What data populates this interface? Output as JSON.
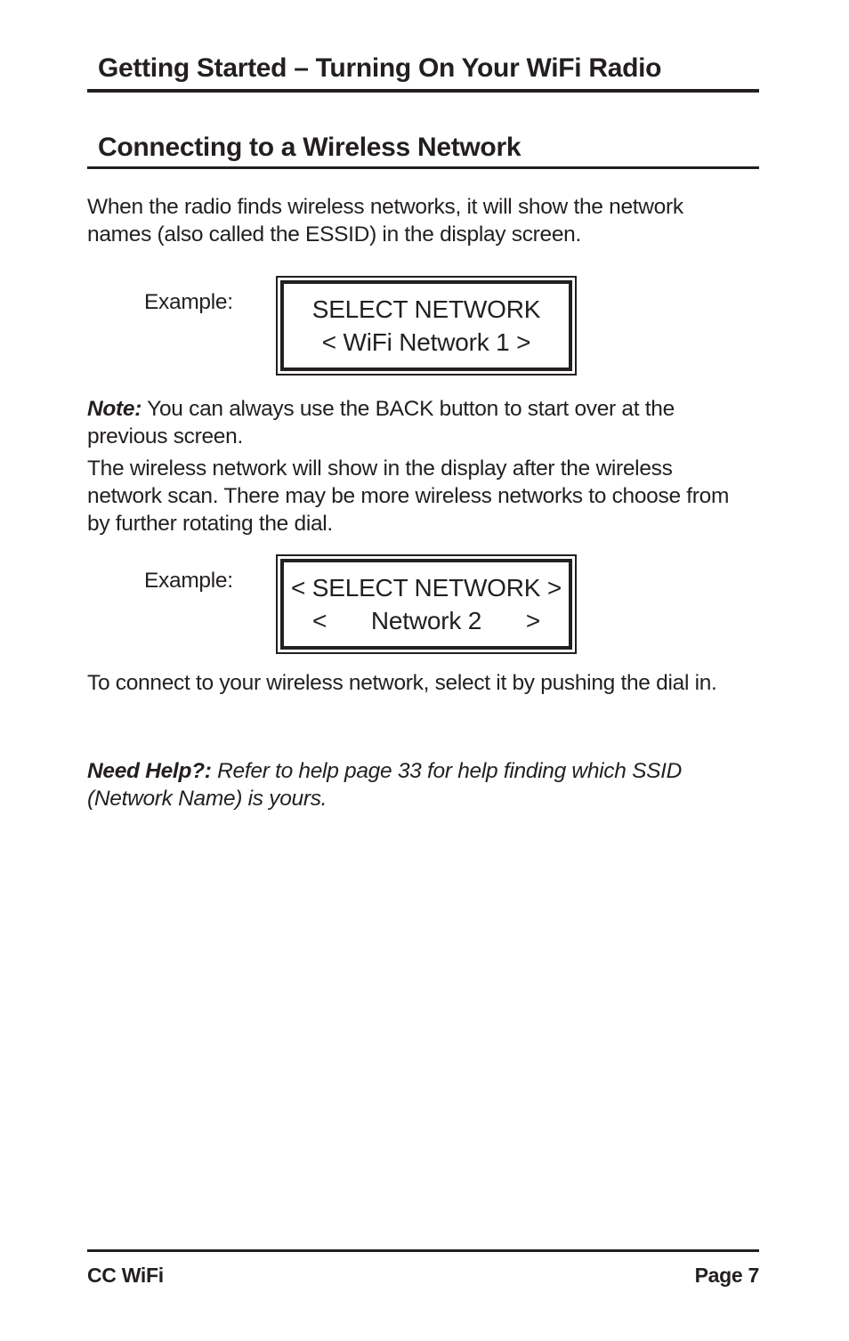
{
  "header": {
    "title": "Getting Started – Turning On Your WiFi Radio"
  },
  "section": {
    "title": "Connecting to a Wireless Network"
  },
  "paragraphs": {
    "intro_lines": [
      "When the radio finds wireless networks, it will show the network",
      "names (also called the ESSID) in the display screen."
    ],
    "note": {
      "label": "Note:",
      "line1_rest": " You can always use the BACK button to start over at the",
      "line2": "previous screen."
    },
    "scan_lines": [
      "The wireless network will show in the display after the wireless",
      "network scan. There may be more wireless networks to choose from",
      "by further rotating the dial."
    ],
    "connect": "To connect to your wireless network, select it by pushing the dial in.",
    "help": {
      "label": "Need Help?:",
      "line1_rest": " Refer to help page 33 for help finding which SSID",
      "line2": "(Network Name) is yours."
    }
  },
  "examples": [
    {
      "label": "Example:",
      "line1": "SELECT NETWORK",
      "line2": "< WiFi Network 1 >"
    },
    {
      "label": "Example:",
      "line1": "< SELECT NETWORK >",
      "line2_left": "<",
      "line2_center": "Network 2",
      "line2_right": ">"
    }
  ],
  "footer": {
    "left": "CC WiFi",
    "right": "Page 7"
  },
  "colors": {
    "text": "#231f20",
    "background": "#ffffff"
  }
}
